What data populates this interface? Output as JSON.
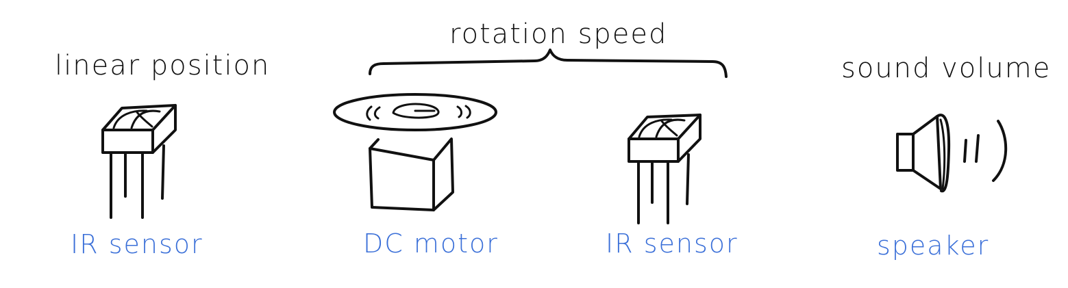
{
  "labels": {
    "linear_position": "linear position",
    "rotation_speed": "rotation speed",
    "sound_volume": "sound volume"
  },
  "components": [
    {
      "name": "IR sensor",
      "icon": "ir-sensor-icon"
    },
    {
      "name": "DC motor",
      "icon": "dc-motor-icon"
    },
    {
      "name": "IR sensor",
      "icon": "ir-sensor-icon"
    },
    {
      "name": "speaker",
      "icon": "speaker-icon"
    }
  ],
  "colors": {
    "ink": "#111111",
    "label_blue": "#3a6fd8"
  }
}
